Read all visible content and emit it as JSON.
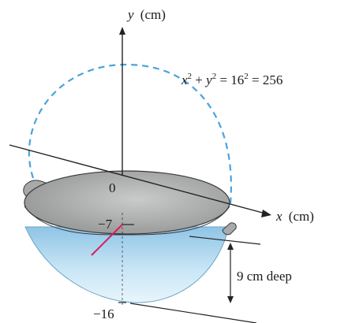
{
  "labels": {
    "y_axis_var": "y",
    "y_axis_unit": "(cm)",
    "x_axis_var": "x",
    "x_axis_unit": "(cm)",
    "origin": "0",
    "neg7": "−7",
    "neg16": "−16",
    "depth": "9 cm deep"
  },
  "equation": {
    "x": "x",
    "xexp": "2",
    "plus": " + ",
    "y": "y",
    "yexp": "2",
    "eq1": " = 16",
    "exp16": "2",
    "eq2": " = 256"
  },
  "colors": {
    "circle_dash": "#4aa3dc",
    "bowl_fill": "#bfe0f3",
    "rim_fill": "#a9abab",
    "radius_line": "#d81b60"
  }
}
